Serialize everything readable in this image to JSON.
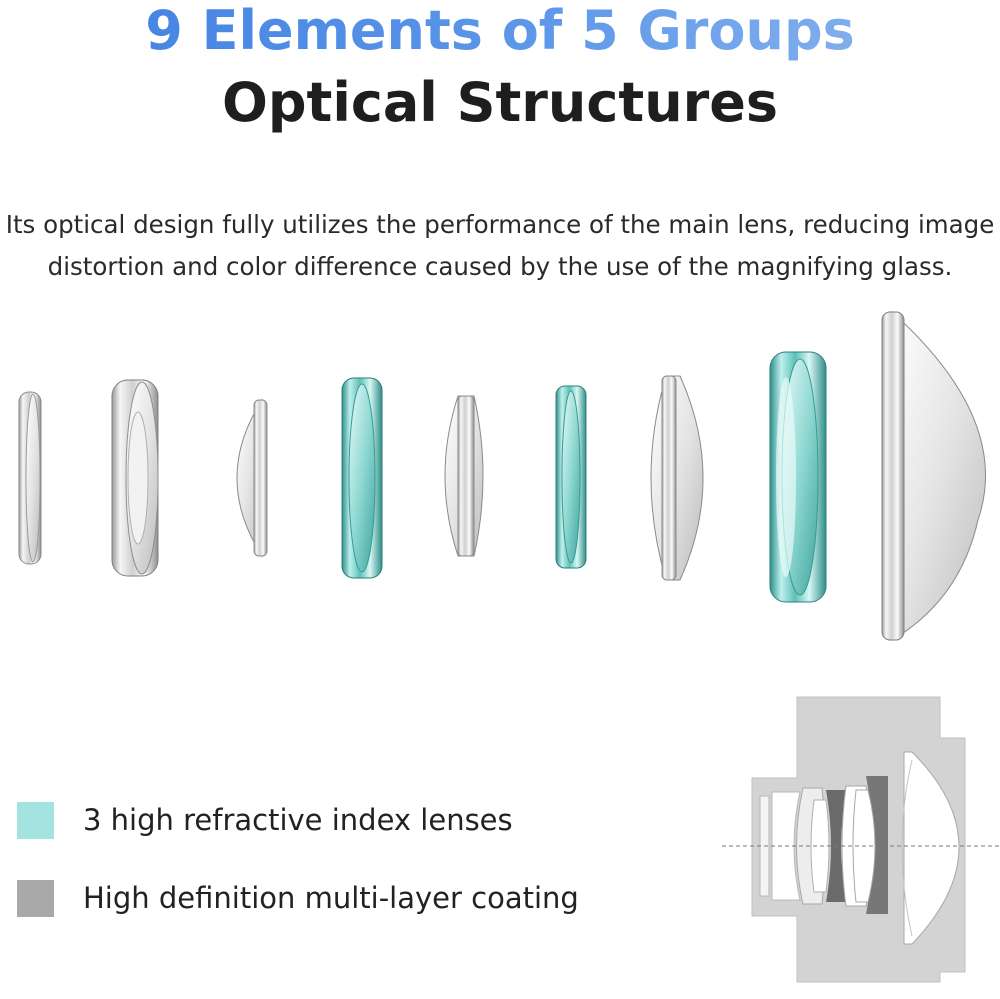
{
  "header": {
    "title": "9 Elements of 5 Groups",
    "subtitle": "Optical Structures"
  },
  "description": {
    "line1": "Its optical design fully utilizes the performance of the main lens, reducing image",
    "line2": "distortion and color difference caused by the use of the magnifying glass."
  },
  "legend": [
    {
      "label": "3 high refractive index lenses",
      "color": "#a3e4e0"
    },
    {
      "label": "High definition multi-layer coating",
      "color": "#a9a9a9"
    }
  ],
  "lens_elements": [
    {
      "name": "lens-element-1",
      "tint": "clear"
    },
    {
      "name": "lens-element-2",
      "tint": "clear"
    },
    {
      "name": "lens-element-3",
      "tint": "clear"
    },
    {
      "name": "lens-element-4",
      "tint": "teal"
    },
    {
      "name": "lens-element-5",
      "tint": "clear"
    },
    {
      "name": "lens-element-6",
      "tint": "teal"
    },
    {
      "name": "lens-element-7",
      "tint": "clear"
    },
    {
      "name": "lens-element-8",
      "tint": "teal"
    },
    {
      "name": "lens-element-9",
      "tint": "clear"
    }
  ]
}
